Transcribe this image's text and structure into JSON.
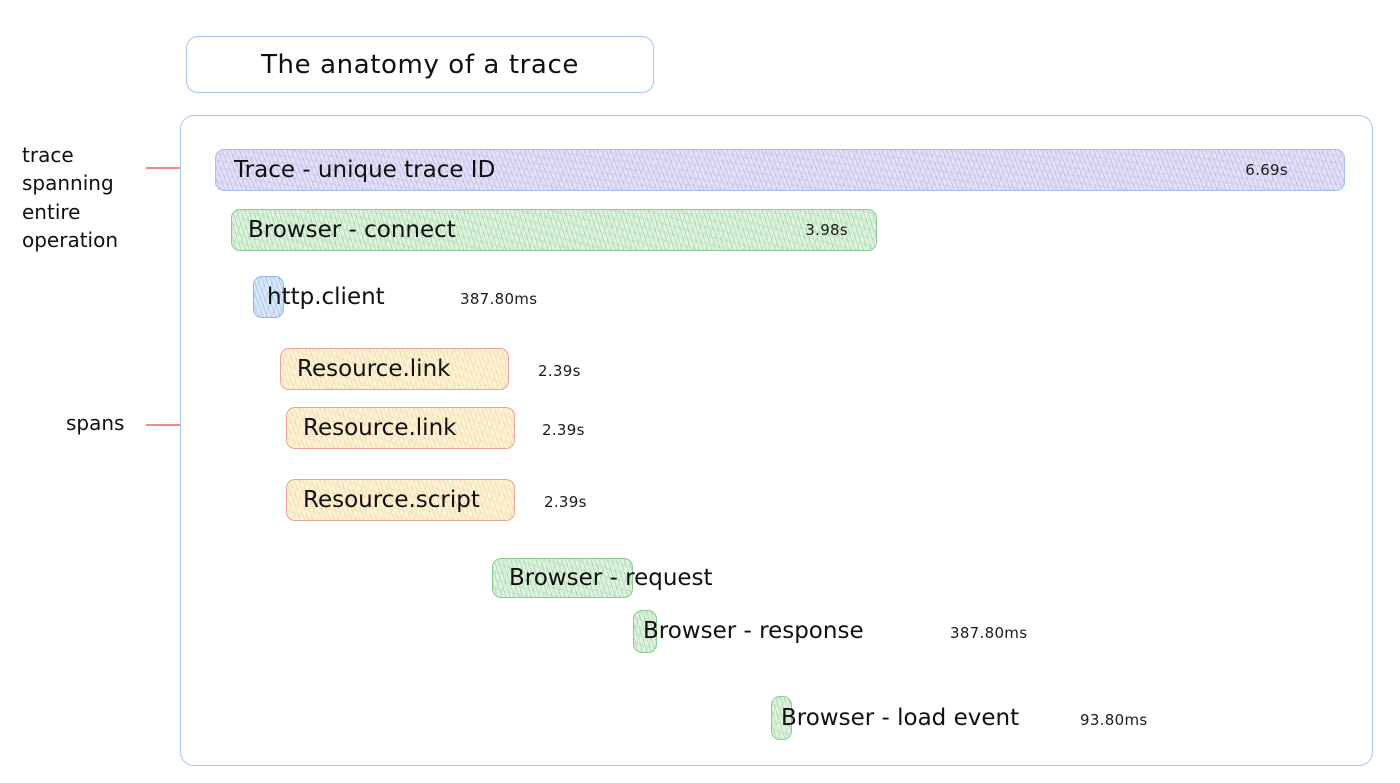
{
  "title": {
    "text": "The anatomy of a trace"
  },
  "annotations": [
    {
      "name": "trace-annotation",
      "text": "trace\nspanning\nentire\noperation"
    },
    {
      "name": "spans-annotation",
      "text": "spans"
    }
  ],
  "colors": {
    "frame_border": "#a8c6ef",
    "trace_fill": "#e4e2f7",
    "trace_border": "#9ec0ea",
    "browser_fill": "#e0f3e0",
    "browser_border": "#8ccb8f",
    "http_fill": "#dbe8fa",
    "http_border": "#8fb6e4",
    "resource_fill": "#fdf3d8",
    "resource_border": "#eda09c",
    "annotation_line": "#f47b7b"
  },
  "chart_data": {
    "type": "bar",
    "title": "The anatomy of a trace",
    "subtitle": "",
    "xlabel": "",
    "ylabel": "",
    "orientation": "horizontal-gantt",
    "categories": [
      "Trace - unique trace ID",
      "Browser - connect",
      "http.client",
      "Resource.link",
      "Resource.link",
      "Resource.script",
      "Browser - request",
      "Browser - response",
      "Browser - load event"
    ],
    "values": [
      6.69,
      3.98,
      0.3878,
      2.39,
      2.39,
      2.39,
      null,
      0.3878,
      0.0938
    ],
    "value_labels": [
      "6.69s",
      "3.98s",
      "387.80ms",
      "2.39s",
      "2.39s",
      "2.39s",
      "",
      "387.80ms",
      "93.80ms"
    ],
    "unit": "seconds"
  },
  "spans": [
    {
      "name": "trace-bar",
      "label": "Trace - unique trace ID",
      "duration": "6.69s",
      "duration_inside": true,
      "kind": "trace",
      "color": "purple"
    },
    {
      "name": "browser-connect-bar",
      "label": "Browser - connect",
      "duration": "3.98s",
      "duration_inside": true,
      "kind": "span",
      "color": "green"
    },
    {
      "name": "http-client-bar",
      "label": "http.client",
      "duration": "387.80ms",
      "duration_inside": false,
      "kind": "span",
      "color": "blue"
    },
    {
      "name": "resource-link-bar-1",
      "label": "Resource.link",
      "duration": "2.39s",
      "duration_inside": false,
      "kind": "span",
      "color": "yellow"
    },
    {
      "name": "resource-link-bar-2",
      "label": "Resource.link",
      "duration": "2.39s",
      "duration_inside": false,
      "kind": "span",
      "color": "yellow"
    },
    {
      "name": "resource-script-bar",
      "label": "Resource.script",
      "duration": "2.39s",
      "duration_inside": false,
      "kind": "span",
      "color": "yellow"
    },
    {
      "name": "browser-request-bar",
      "label": "Browser - request",
      "duration": "",
      "duration_inside": false,
      "kind": "span",
      "color": "green"
    },
    {
      "name": "browser-response-bar",
      "label": "Browser - response",
      "duration": "387.80ms",
      "duration_inside": false,
      "kind": "span",
      "color": "green"
    },
    {
      "name": "browser-load-event-bar",
      "label": "Browser - load event",
      "duration": "93.80ms",
      "duration_inside": false,
      "kind": "span",
      "color": "green"
    }
  ]
}
